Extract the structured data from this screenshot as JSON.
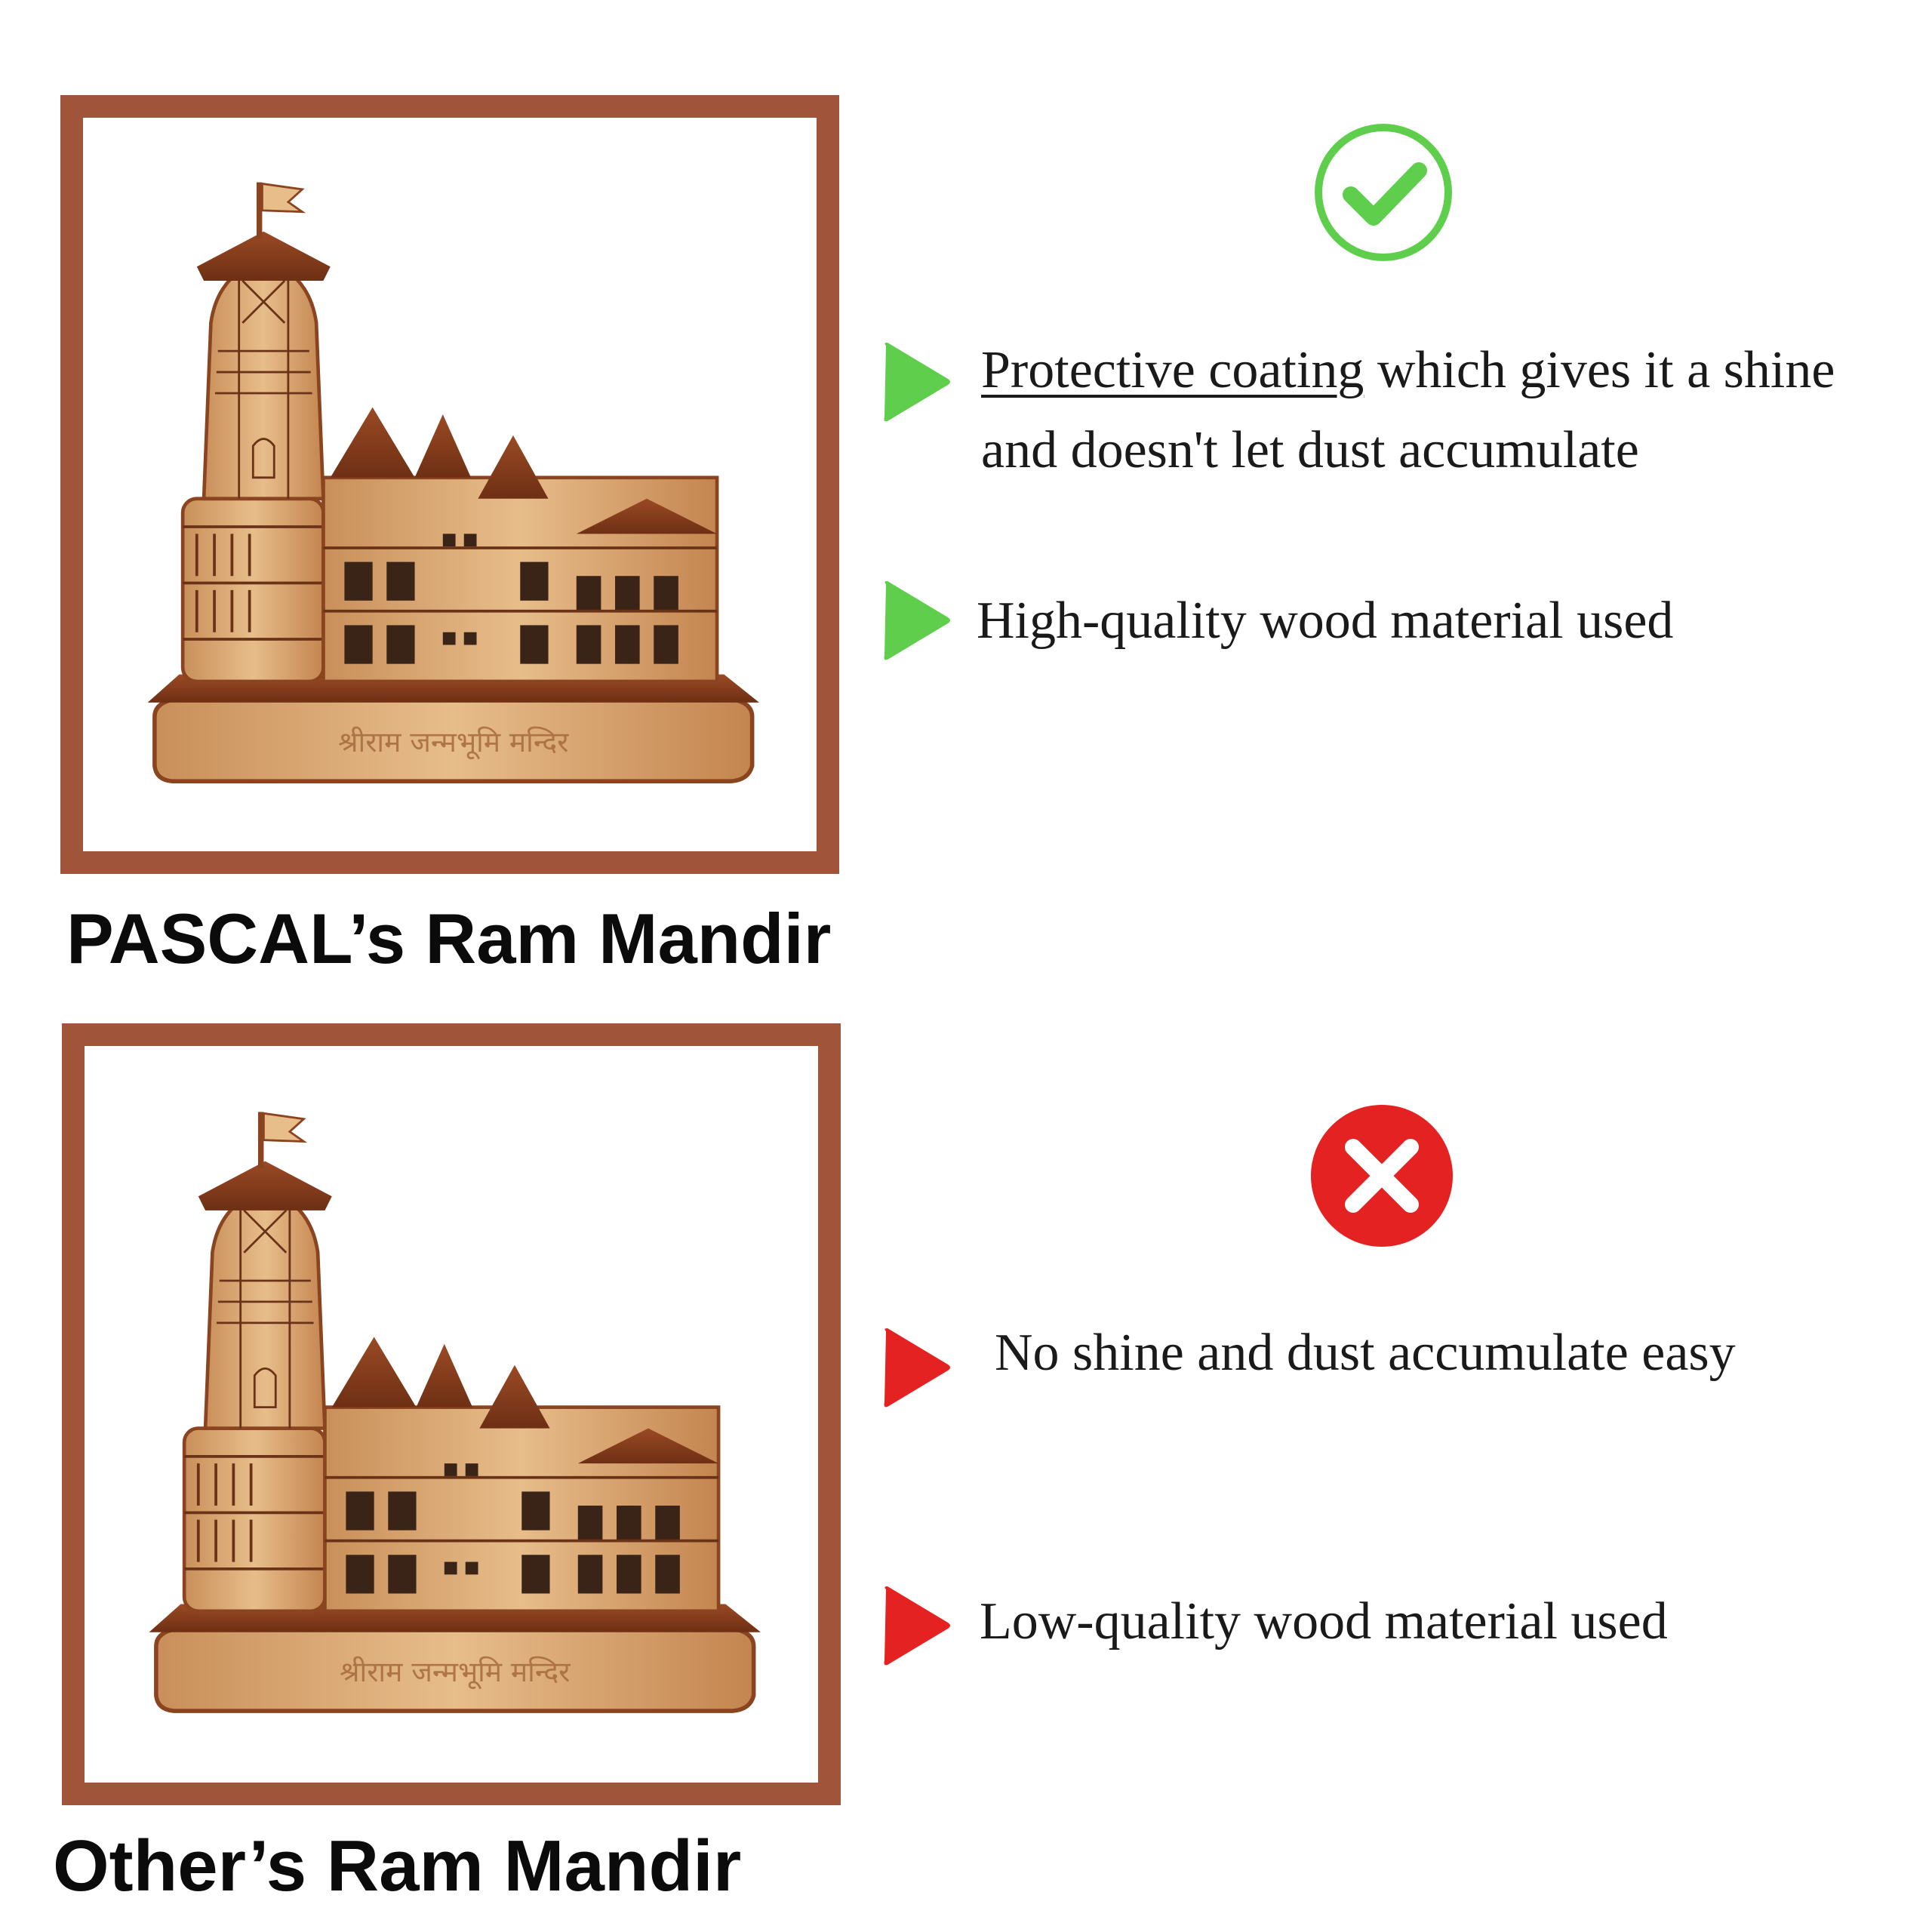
{
  "colors": {
    "frame": "#a0553a",
    "good": "#5fce4c",
    "bad": "#e52222",
    "text": "#1a1a1a"
  },
  "top": {
    "caption": "PASCAL’s Ram Mandir",
    "status_icon": "check-circle-icon",
    "points": [
      {
        "underlined": "Protective coating",
        "rest": " which gives it a shine and doesn't let dust accumulate"
      },
      {
        "text": "High-quality wood material used"
      }
    ]
  },
  "bottom": {
    "caption": "Other’s Ram Mandir",
    "status_icon": "cross-circle-icon",
    "points": [
      {
        "text": "No shine and dust accumulate easy"
      },
      {
        "text": "Low-quality wood material used"
      }
    ]
  },
  "product_image": {
    "name": "wooden-ram-mandir-model",
    "inscription": "श्रीराम जन्मभूमि मन्दिर"
  }
}
